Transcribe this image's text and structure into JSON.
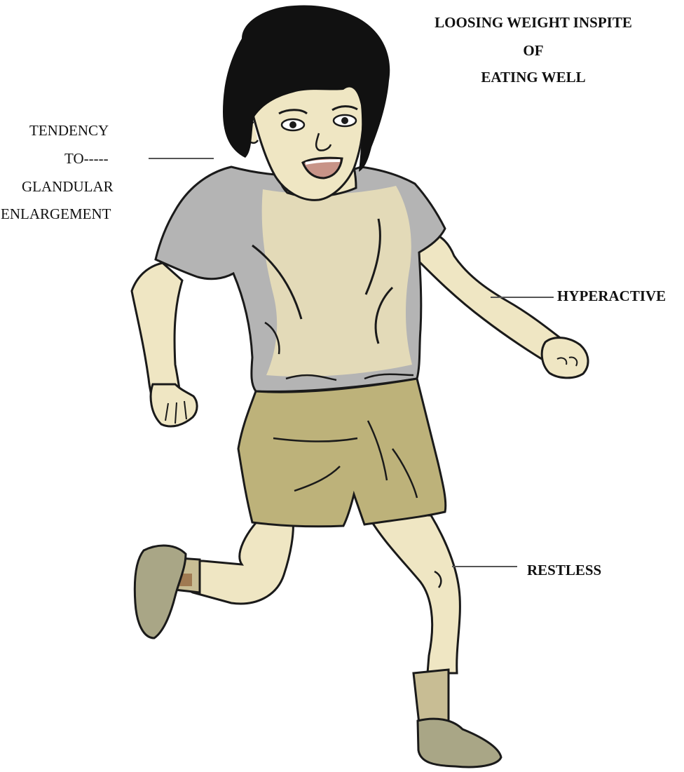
{
  "heading": {
    "line1": "LOOSING WEIGHT INSPITE",
    "line2": "OF",
    "line3": "EATING WELL"
  },
  "labels": {
    "tendency": {
      "line1": "TENDENCY",
      "line2": "TO-----",
      "line3": "GLANDULAR",
      "line4": "ENLARGEMENT"
    },
    "hyperactive": "HYPERACTIVE",
    "restless": "RESTLESS"
  },
  "colors": {
    "skin": "#efe6c3",
    "shirt": "#b4b4b4",
    "shirt_light": "#e6dcb8",
    "shorts": "#bdb27a",
    "hair": "#111111",
    "outline": "#1a1a1a",
    "sock": "#c8bd94",
    "shoe": "#a9a686",
    "sock_band": "#a07a52"
  }
}
